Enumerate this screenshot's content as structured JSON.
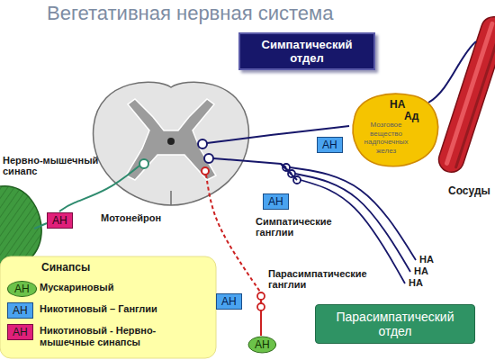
{
  "diagram": {
    "title": "Вегетативная нервная система",
    "nodes": [
      {
        "text": [
          "Симпатический отдел"
        ]
      },
      {
        "text": [
          "НА",
          "Ад",
          "Мозговое вещество надпочечных желез"
        ]
      },
      {
        "text": [
          "АН"
        ]
      },
      {
        "text": [
          "АН"
        ]
      },
      {
        "text": [
          "АН"
        ]
      },
      {
        "text": [
          "АН"
        ]
      },
      {
        "text": [
          "Парасимпатический отдел"
        ]
      },
      {
        "text": [
          "АН"
        ]
      }
    ],
    "labels": [
      "Нервно-мышечный синапс",
      "Сосуды",
      "Мотонейрон",
      "Симпатические ганглии",
      "НА",
      "НА",
      "НА",
      "Парасимпатические ганглии",
      "Синапсы",
      "АН",
      "АН",
      "АН"
    ],
    "legend": [
      {
        "text": "Мускариновый"
      },
      {
        "text": "Никотиновый – Ганглии"
      },
      {
        "text": "Никотиновый - Нервно-мышечные синапсы"
      }
    ]
  }
}
